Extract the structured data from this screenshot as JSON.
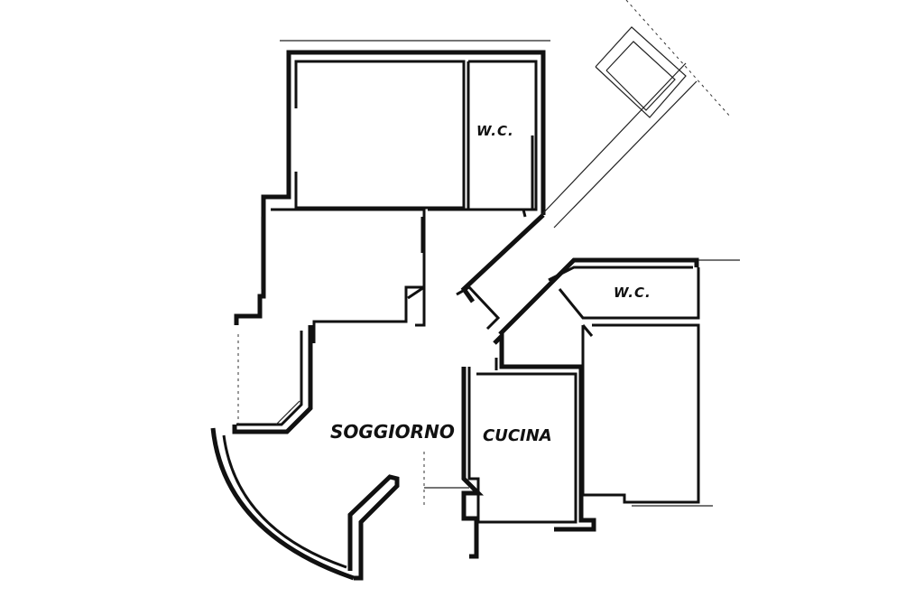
{
  "labels": {
    "wc_upper": "W.C.",
    "wc_right": "W.C.",
    "living_room": "SOGGIORNO",
    "kitchen": "CUCINA"
  },
  "colors": {
    "wall": "#111111",
    "background": "#ffffff"
  }
}
